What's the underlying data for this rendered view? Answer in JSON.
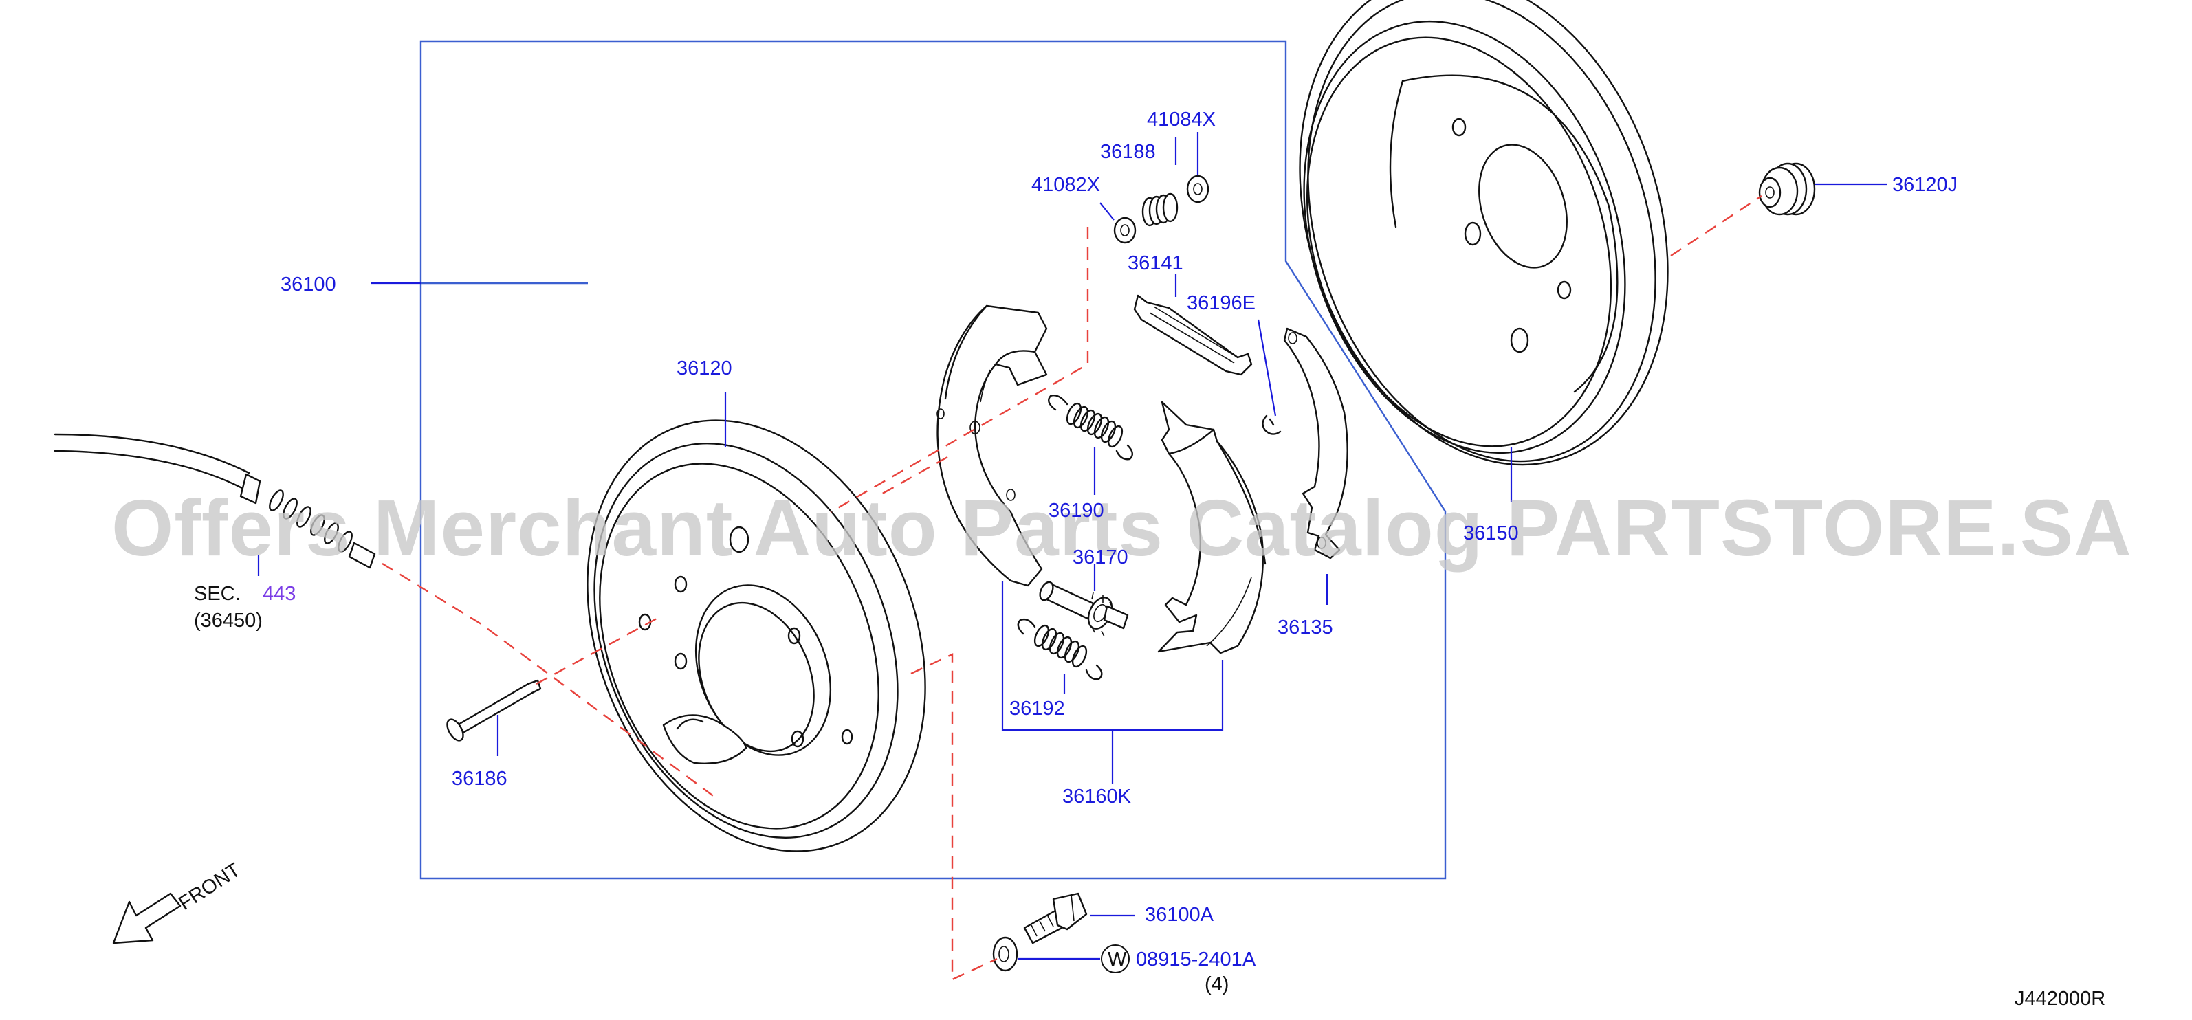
{
  "labels": {
    "p36100": "36100",
    "p36120": "36120",
    "p41084x": "41084X",
    "p36188": "36188",
    "p41082x": "41082X",
    "p36141": "36141",
    "p36196e": "36196E",
    "p36120j": "36120J",
    "p36190": "36190",
    "p36170": "36170",
    "p36192": "36192",
    "p36160k": "36160K",
    "p36135": "36135",
    "p36150": "36150",
    "p36186": "36186",
    "p36100a": "36100A",
    "p08915": "08915-2401A",
    "qty": "(4)",
    "w_symbol": "W",
    "sec_prefix": "SEC.",
    "sec_number": "443",
    "sec_sub": "(36450)",
    "front": "FRONT",
    "diagram_code": "J442000R"
  },
  "watermark": "Offers Merchant Auto Parts Catalog PARTSTORE.SA",
  "colors": {
    "label": "#1a1adc",
    "section_link": "#7a3ce6",
    "frame": "#3b5fd0",
    "dashed_line": "#e8423c",
    "drawing": "#111111",
    "watermark": "#c8c8c8"
  }
}
